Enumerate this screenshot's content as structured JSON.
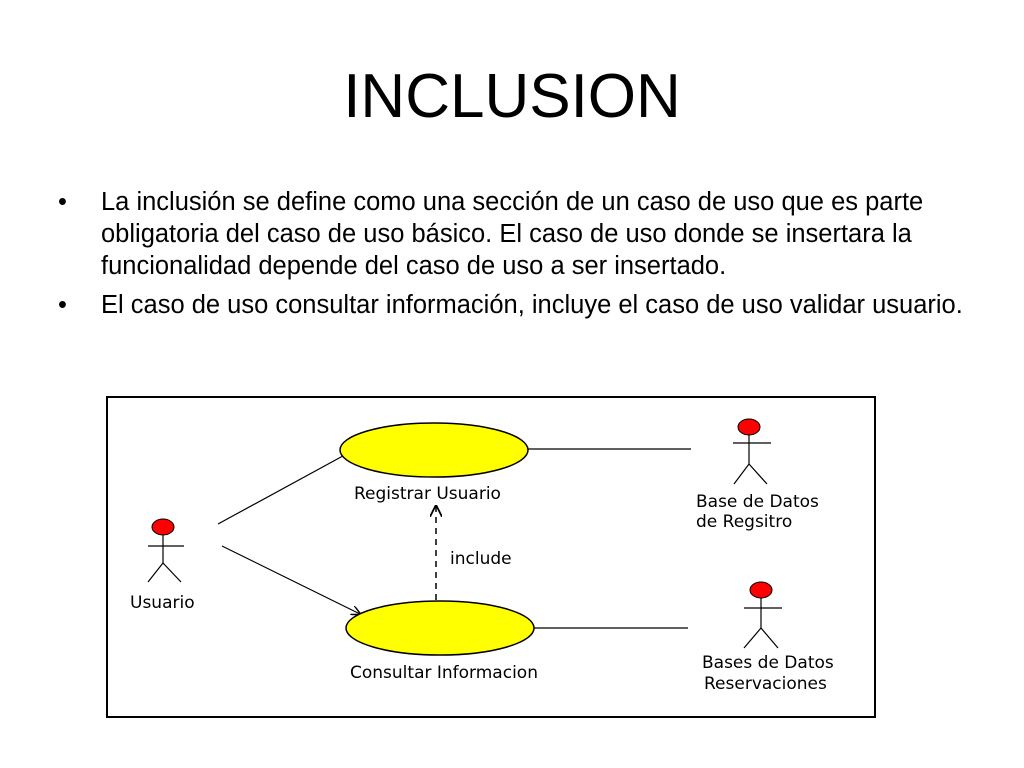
{
  "slide": {
    "title": "INCLUSION",
    "bullet_symbol": "•",
    "bullets": [
      "La inclusión se define como una sección de  un caso de uso que es parte obligatoria del caso de uso básico. El caso de uso donde se insertara la funcionalidad depende del caso de uso a ser insertado.",
      "El caso de uso consultar información, incluye el caso de uso validar usuario."
    ]
  },
  "diagram": {
    "actors": {
      "usuario": "Usuario",
      "base_datos_registro_line1": "Base de Datos",
      "base_datos_registro_line2": "de Regsitro",
      "bases_datos_reservaciones_line1": "Bases de Datos",
      "bases_datos_reservaciones_line2": "Reservaciones"
    },
    "use_cases": {
      "registrar": "Registrar Usuario",
      "consultar": "Consultar Informacion"
    },
    "relation_label": "include",
    "colors": {
      "use_case_fill": "#ffff00",
      "actor_head": "#ff0000",
      "frame": "#000000"
    }
  }
}
